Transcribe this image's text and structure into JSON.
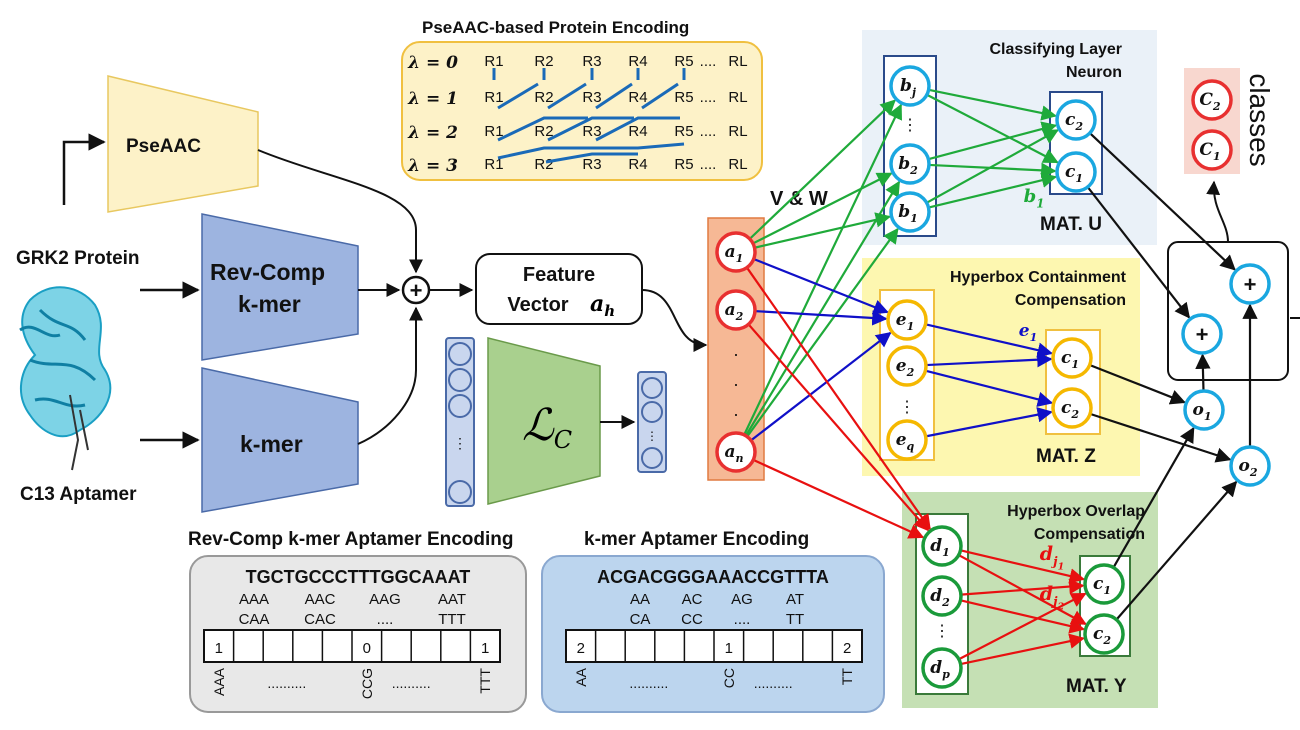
{
  "inputs": {
    "protein_label": "GRK2 Protein",
    "aptamer_label": "C13 Aptamer"
  },
  "encoders": {
    "pseaac": "PseAAC",
    "revcomp_line1": "Rev-Comp",
    "revcomp_line2": "k-mer",
    "kmer": "k-mer",
    "sum_symbol": "+"
  },
  "feature": {
    "line1": "Feature",
    "line2": "Vector",
    "symbol": "a",
    "symbol_sub": "h"
  },
  "loss_symbol": "ℒ",
  "loss_sub": "C",
  "pseaac_panel": {
    "title": "PseAAC-based Protein Encoding",
    "lambdas": [
      "λ = 0",
      "λ = 1",
      "λ = 2",
      "λ = 3"
    ],
    "residues": [
      "R1",
      "R2",
      "R3",
      "R4",
      "R5",
      "....",
      "RL"
    ]
  },
  "revcomp_panel": {
    "title": "Rev-Comp k-mer Aptamer Encoding",
    "sequence": "TGCTGCCCTTTGGCAAAT",
    "pairs": [
      {
        "top": "AAA",
        "bottom": "CAA"
      },
      {
        "top": "AAC",
        "bottom": "CAC"
      },
      {
        "top": "AAG",
        "bottom": "...."
      },
      {
        "top": "AAT",
        "bottom": "TTT"
      }
    ],
    "cells": [
      "1",
      "0",
      "1"
    ],
    "axis": [
      "AAA",
      "..........",
      "CCG",
      "..........",
      "TTT"
    ]
  },
  "kmer_panel": {
    "title": "k-mer Aptamer Encoding",
    "sequence": "ACGACGGGAAACCGTTTA",
    "pairs": [
      {
        "top": "AA",
        "bottom": "CA"
      },
      {
        "top": "AC",
        "bottom": "CC"
      },
      {
        "top": "AG",
        "bottom": "...."
      },
      {
        "top": "AT",
        "bottom": "TT"
      }
    ],
    "cells": [
      "2",
      "1",
      "2"
    ],
    "axis": [
      "AA",
      "..........",
      "CC",
      "..........",
      "TT"
    ]
  },
  "vw_label": "V & W",
  "input_nodes": [
    {
      "base": "a",
      "sub": "1"
    },
    {
      "base": "a",
      "sub": "2"
    },
    {
      "base": "a",
      "sub": "n"
    }
  ],
  "classifying": {
    "title_line1": "Classifying Layer",
    "title_line2": "Neuron",
    "b_nodes": [
      {
        "base": "b",
        "sub": "j"
      },
      {
        "base": "b",
        "sub": "2"
      },
      {
        "base": "b",
        "sub": "1"
      }
    ],
    "c_nodes": [
      {
        "base": "c",
        "sub": "2"
      },
      {
        "base": "c",
        "sub": "1"
      }
    ],
    "edge_label": {
      "base": "b",
      "sub": "1"
    },
    "matrix": "MAT. U",
    "color": "#1faa3a"
  },
  "containment": {
    "title_line1": "Hyperbox Containment",
    "title_line2": "Compensation",
    "e_nodes": [
      {
        "base": "e",
        "sub": "1"
      },
      {
        "base": "e",
        "sub": "2"
      },
      {
        "base": "e",
        "sub": "q"
      }
    ],
    "c_nodes": [
      {
        "base": "c",
        "sub": "1"
      },
      {
        "base": "c",
        "sub": "2"
      }
    ],
    "edge_label": {
      "base": "e",
      "sub": "1"
    },
    "matrix": "MAT. Z",
    "color": "#1010c8"
  },
  "overlap": {
    "title_line1": "Hyperbox Overlap",
    "title_line2": "Compensation",
    "d_nodes": [
      {
        "base": "d",
        "sub": "1"
      },
      {
        "base": "d",
        "sub": "2"
      },
      {
        "base": "d",
        "sub": "p"
      }
    ],
    "c_nodes": [
      {
        "base": "c",
        "sub": "1"
      },
      {
        "base": "c",
        "sub": "2"
      }
    ],
    "edge_labels": [
      {
        "base": "d",
        "sub": "j",
        "subsub": "1"
      },
      {
        "base": "d",
        "sub": "j",
        "subsub": "2"
      }
    ],
    "matrix": "MAT. Y",
    "color": "#e81010"
  },
  "outputs": {
    "o_nodes": [
      {
        "base": "o",
        "sub": "1"
      },
      {
        "base": "o",
        "sub": "2"
      }
    ],
    "plus": "+"
  },
  "classes": {
    "label": "classes",
    "nodes": [
      {
        "base": "C",
        "sub": "2"
      },
      {
        "base": "C",
        "sub": "1"
      }
    ]
  },
  "colors": {
    "encoder_blue": "#9db4e0",
    "pseaac_yellow": "#fdf2c8",
    "loss_green": "#a9d08e",
    "input_orange": "#f6b895",
    "node_blue": "#1aa7e0",
    "node_orange": "#f5b800",
    "node_red": "#e83030",
    "node_green": "#1a9a3a"
  }
}
